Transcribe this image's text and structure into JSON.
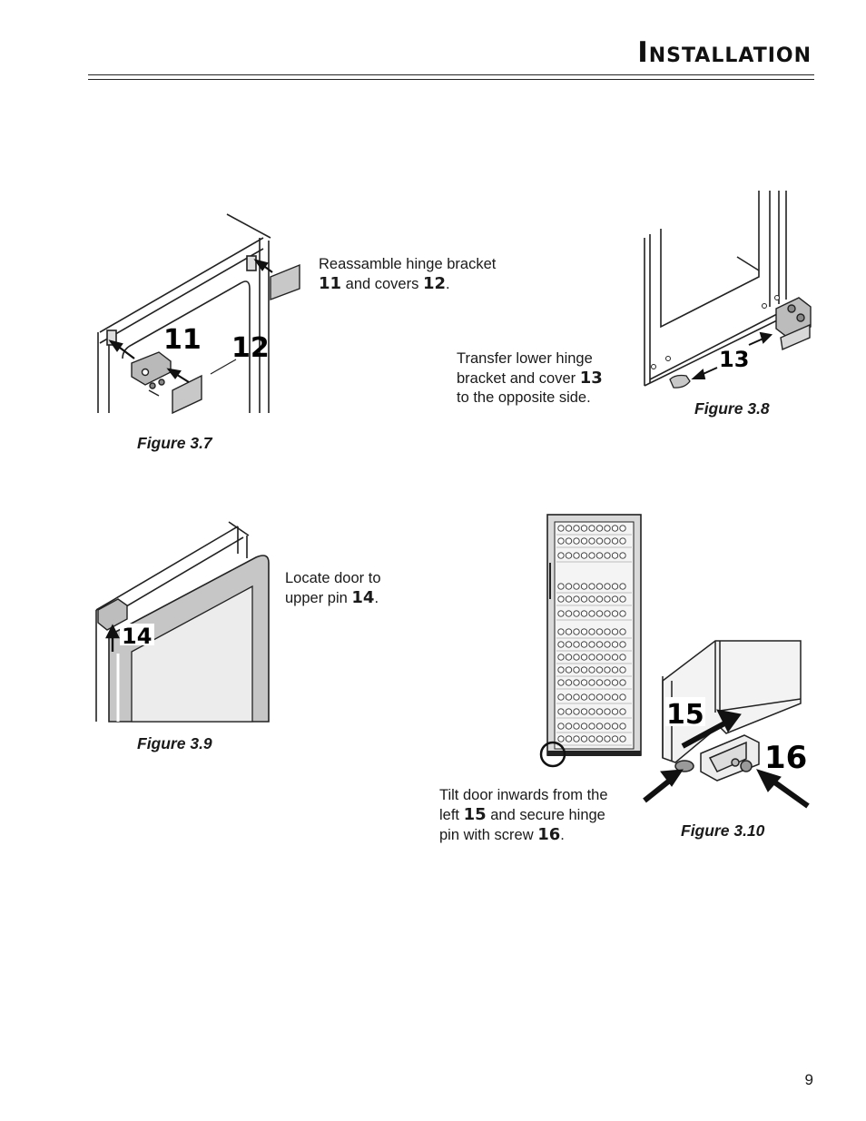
{
  "header": {
    "title": "Installation"
  },
  "fig37": {
    "caption": "Figure 3.7",
    "text_line1": "Reassamble hinge bracket",
    "text_num_a": "11",
    "text_mid": " and covers ",
    "text_num_b": "12",
    "text_end": ".",
    "label_a": "11",
    "label_b": "12"
  },
  "fig38": {
    "caption": "Figure 3.8",
    "text_line1": "Transfer lower hinge",
    "text_line2": "bracket and cover ",
    "text_num": "13",
    "text_line3": "to the opposite side.",
    "label": "13"
  },
  "fig39": {
    "caption": "Figure 3.9",
    "text_line1": "Locate door to",
    "text_line2": "upper pin ",
    "text_num": "14",
    "text_end": ".",
    "label": "14"
  },
  "fig310": {
    "caption": "Figure 3.10",
    "text_line1": "Tilt door inwards from the",
    "text_line2a": "left ",
    "text_num_a": "15",
    "text_line2b": " and secure hinge",
    "text_line3a": "pin with screw ",
    "text_num_b": "16",
    "text_end": ".",
    "label_a": "15",
    "label_b": "16"
  },
  "footer": {
    "page_number": "9"
  }
}
